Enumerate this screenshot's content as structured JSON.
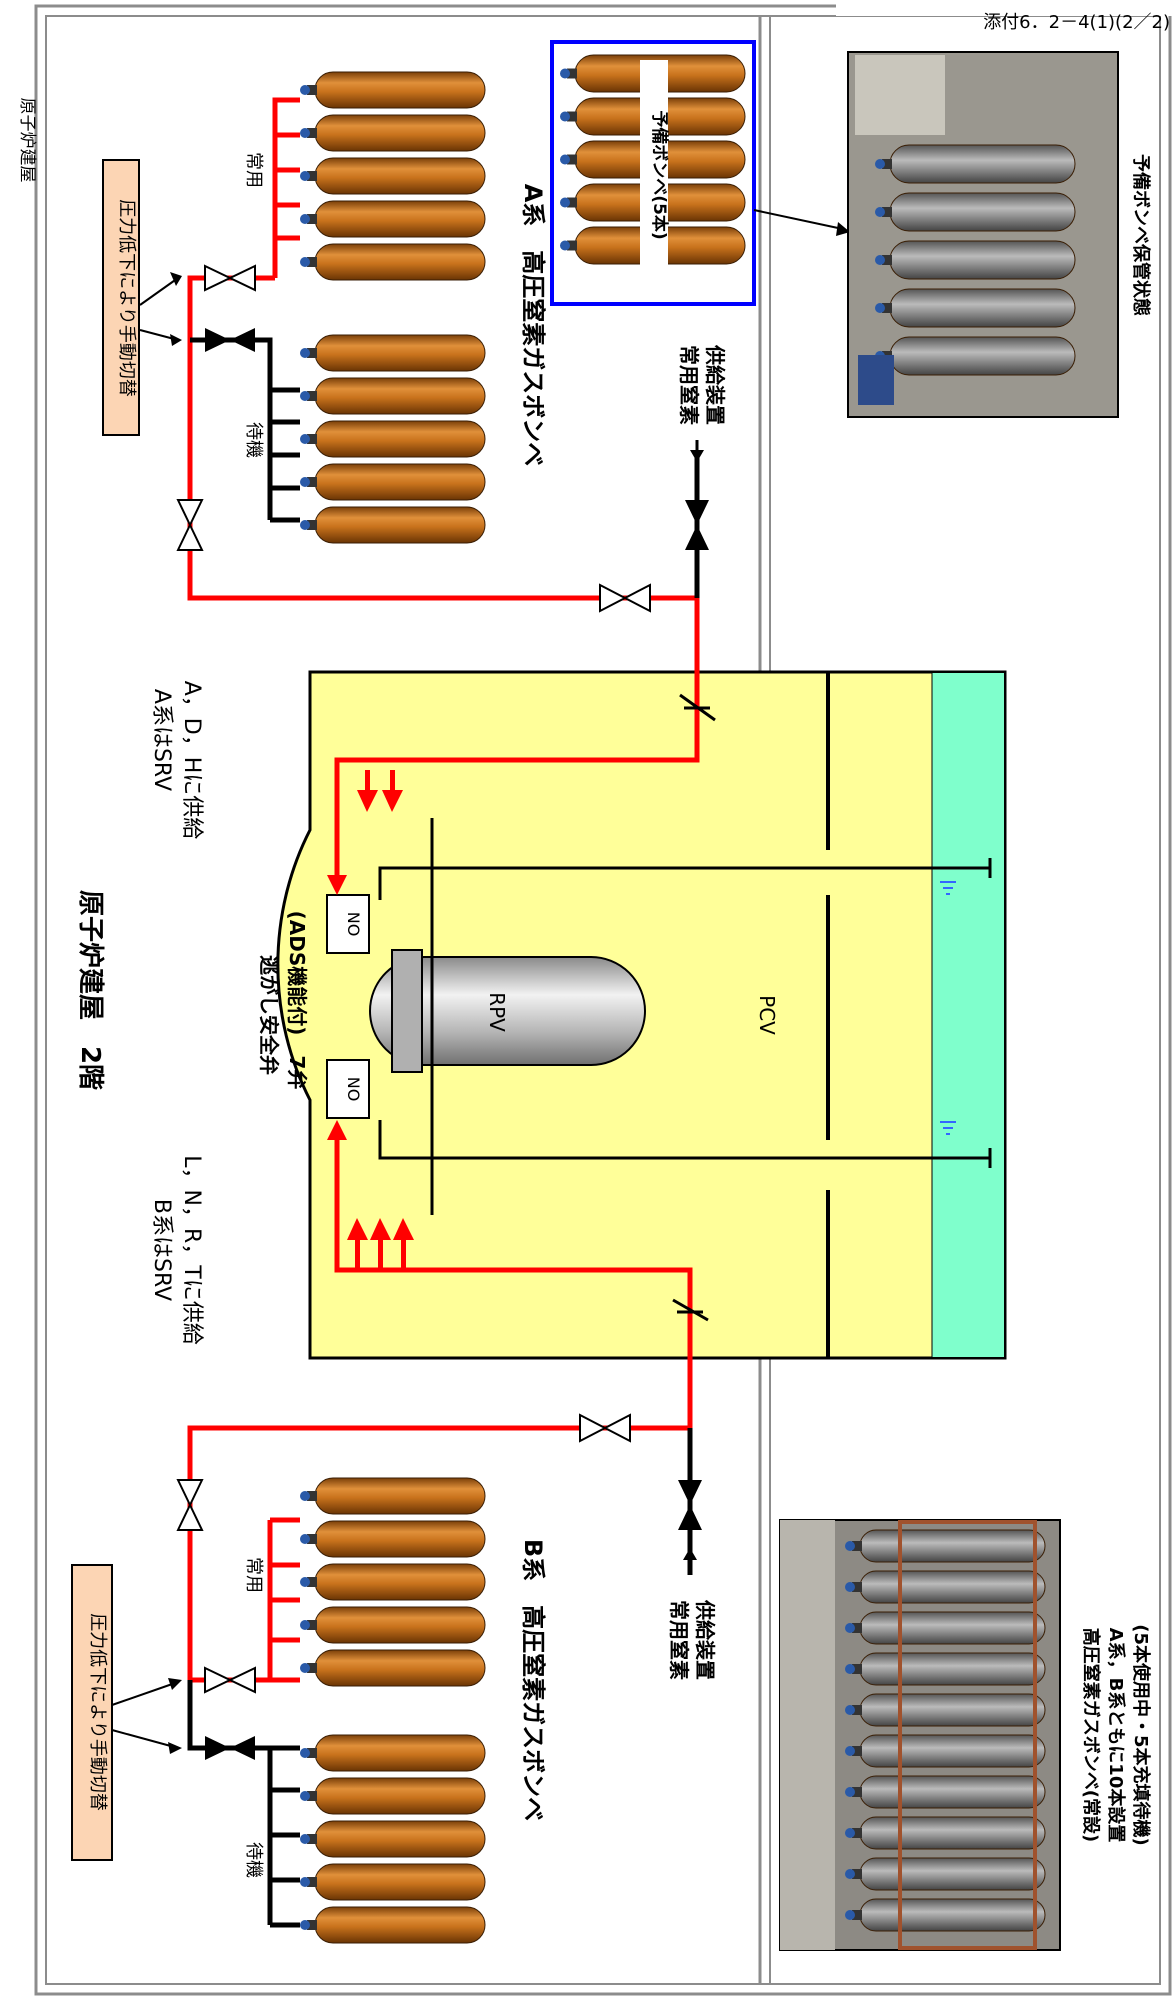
{
  "doc_ref": "添付6．2－4(1)(2／2)",
  "building_label": "原子炉建屋",
  "floor_title": "原子炉建屋　2階",
  "vessel": {
    "rpv": "RPV",
    "pcv": "PCV",
    "valve_tag": "NO"
  },
  "srv": {
    "line1": "逃がし安全弁",
    "line2": "(ADS機能付)　7弁"
  },
  "supply_a": {
    "line1": "A系はSRV",
    "line2": "A，D，Hに供給"
  },
  "supply_b": {
    "line1": "B系はSRV",
    "line2": "L，N，R，Tに供給"
  },
  "manual_switch": "圧力低下により手動切替",
  "normal": "常用",
  "standby": "待機",
  "bank_a_title": "A系　高圧窒素ガスボンベ",
  "bank_b_title": "B系　高圧窒素ガスボンベ",
  "normal_supply": {
    "line1": "常用窒素",
    "line2": "供給装置"
  },
  "spare_cylinders": "予備ボンベ(5本)",
  "spare_photo_caption": "予備ボンベ保管状態",
  "bank_photo_caption": {
    "line1": "高圧窒素ガスボンベ(常設)",
    "line2": "A系，B系ともに10本設置",
    "line3": "(5本使用中・5本充填待機)"
  },
  "colors": {
    "normal_line": "#ff0000",
    "standby_line": "#000000",
    "cylinder": "#c8721c",
    "pcv_fill": "#ffff99",
    "pool_fill": "#7fffcc",
    "spare_box": "#0000ff",
    "label_box": "#fcd5b4"
  }
}
